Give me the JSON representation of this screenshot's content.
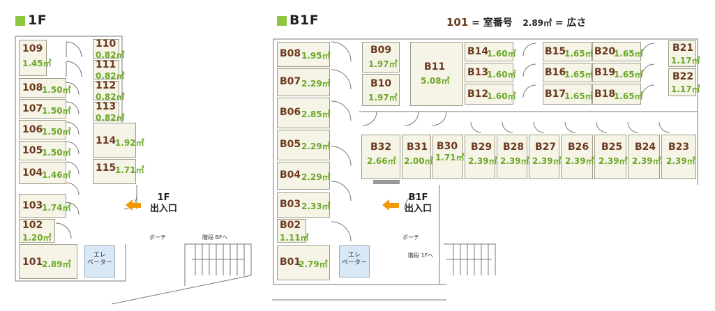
{
  "floors": {
    "f1_title": "1F",
    "b1_title": "B1F"
  },
  "legend": {
    "room_no": "101",
    "eq1": " = 室番号",
    "area": "2.89㎡",
    "eq2": " = 広さ"
  },
  "labels": {
    "elevator": "エレ\nベーター",
    "porch": "ポーチ",
    "stairs_1f": "階段 BFへ",
    "stairs_b1": "階段 1Fへ",
    "entrance_1f_a": "1F",
    "entrance_1f_b": "出入口",
    "entrance_b1_a": "B1F",
    "entrance_b1_b": "出入口"
  },
  "colors": {
    "accent": "#8dc63f",
    "room_no": "#6b3a1f",
    "area": "#6aa829",
    "arrow": "#f39800",
    "room_fill": "#f6f4e6"
  },
  "rooms_1f": [
    {
      "no": "109",
      "area": "1.45㎡"
    },
    {
      "no": "110",
      "area": "0.82㎡"
    },
    {
      "no": "111",
      "area": "0.82㎡"
    },
    {
      "no": "108",
      "area": "1.50㎡"
    },
    {
      "no": "112",
      "area": "0.82㎡"
    },
    {
      "no": "107",
      "area": "1.50㎡"
    },
    {
      "no": "113",
      "area": "0.82㎡"
    },
    {
      "no": "106",
      "area": "1.50㎡"
    },
    {
      "no": "114",
      "area": "1.92㎡"
    },
    {
      "no": "105",
      "area": "1.50㎡"
    },
    {
      "no": "115",
      "area": "1.71㎡"
    },
    {
      "no": "104",
      "area": "1.46㎡"
    },
    {
      "no": "103",
      "area": "1.74㎡"
    },
    {
      "no": "102",
      "area": "1.20㎡"
    },
    {
      "no": "101",
      "area": "2.89㎡"
    }
  ],
  "rooms_b1": [
    {
      "no": "B08",
      "area": "1.95㎡"
    },
    {
      "no": "B09",
      "area": "1.97㎡"
    },
    {
      "no": "B11",
      "area": "5.08㎡"
    },
    {
      "no": "B14",
      "area": "1.60㎡"
    },
    {
      "no": "B15",
      "area": "1.65㎡"
    },
    {
      "no": "B20",
      "area": "1.65㎡"
    },
    {
      "no": "B21",
      "area": "1.17㎡"
    },
    {
      "no": "B07",
      "area": "2.29㎡"
    },
    {
      "no": "B13",
      "area": "1.60㎡"
    },
    {
      "no": "B16",
      "area": "1.65㎡"
    },
    {
      "no": "B19",
      "area": "1.65㎡"
    },
    {
      "no": "B22",
      "area": "1.17㎡"
    },
    {
      "no": "B10",
      "area": "1.97㎡"
    },
    {
      "no": "B12",
      "area": "1.60㎡"
    },
    {
      "no": "B17",
      "area": "1.65㎡"
    },
    {
      "no": "B18",
      "area": "1.65㎡"
    },
    {
      "no": "B06",
      "area": "2.85㎡"
    },
    {
      "no": "B05",
      "area": "2.29㎡"
    },
    {
      "no": "B32",
      "area": "2.66㎡"
    },
    {
      "no": "B31",
      "area": "2.00㎡"
    },
    {
      "no": "B30",
      "area": "1.71㎡"
    },
    {
      "no": "B29",
      "area": "2.39㎡"
    },
    {
      "no": "B28",
      "area": "2.39㎡"
    },
    {
      "no": "B27",
      "area": "2.39㎡"
    },
    {
      "no": "B26",
      "area": "2.39㎡"
    },
    {
      "no": "B25",
      "area": "2.39㎡"
    },
    {
      "no": "B24",
      "area": "2.39㎡"
    },
    {
      "no": "B23",
      "area": "2.39㎡"
    },
    {
      "no": "B04",
      "area": "2.29㎡"
    },
    {
      "no": "B03",
      "area": "2.33㎡"
    },
    {
      "no": "B02",
      "area": "1.11㎡"
    },
    {
      "no": "B01",
      "area": "2.79㎡"
    }
  ]
}
